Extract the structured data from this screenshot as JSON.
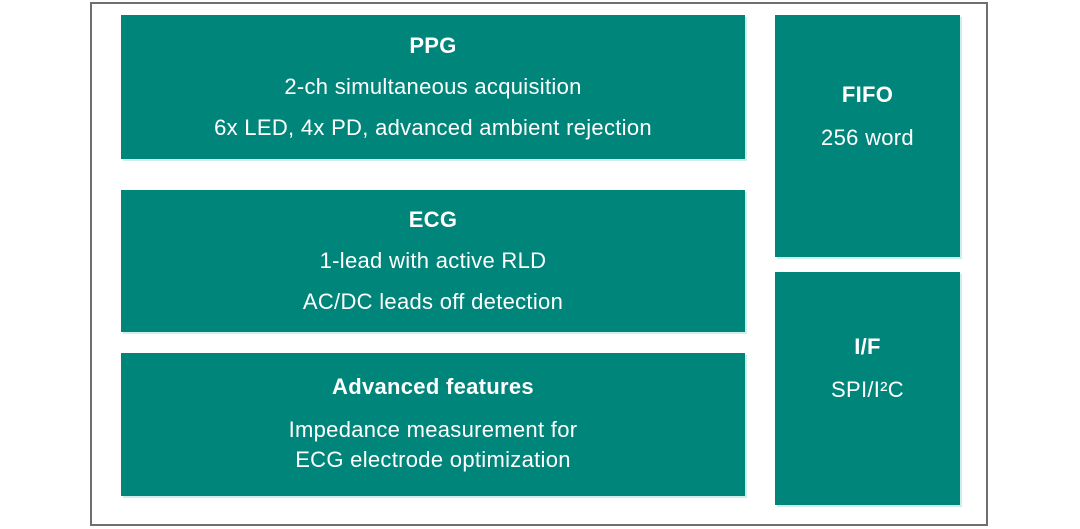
{
  "colors": {
    "block_fill": "#00857a",
    "block_text": "#ffffff",
    "frame_border": "#6f6f6f",
    "background": "#ffffff"
  },
  "blocks": {
    "ppg": {
      "title": "PPG",
      "line1": "2-ch simultaneous acquisition",
      "line2": "6x LED, 4x PD, advanced ambient rejection"
    },
    "ecg": {
      "title": "ECG",
      "line1": "1-lead with active RLD",
      "line2": "AC/DC leads off detection"
    },
    "advanced": {
      "title": "Advanced features",
      "body_line1": "Impedance measurement for",
      "body_line2": "ECG electrode optimization"
    },
    "fifo": {
      "title": "FIFO",
      "line1": "256 word"
    },
    "interface": {
      "title": "I/F",
      "line1": "SPI/I²C"
    }
  }
}
